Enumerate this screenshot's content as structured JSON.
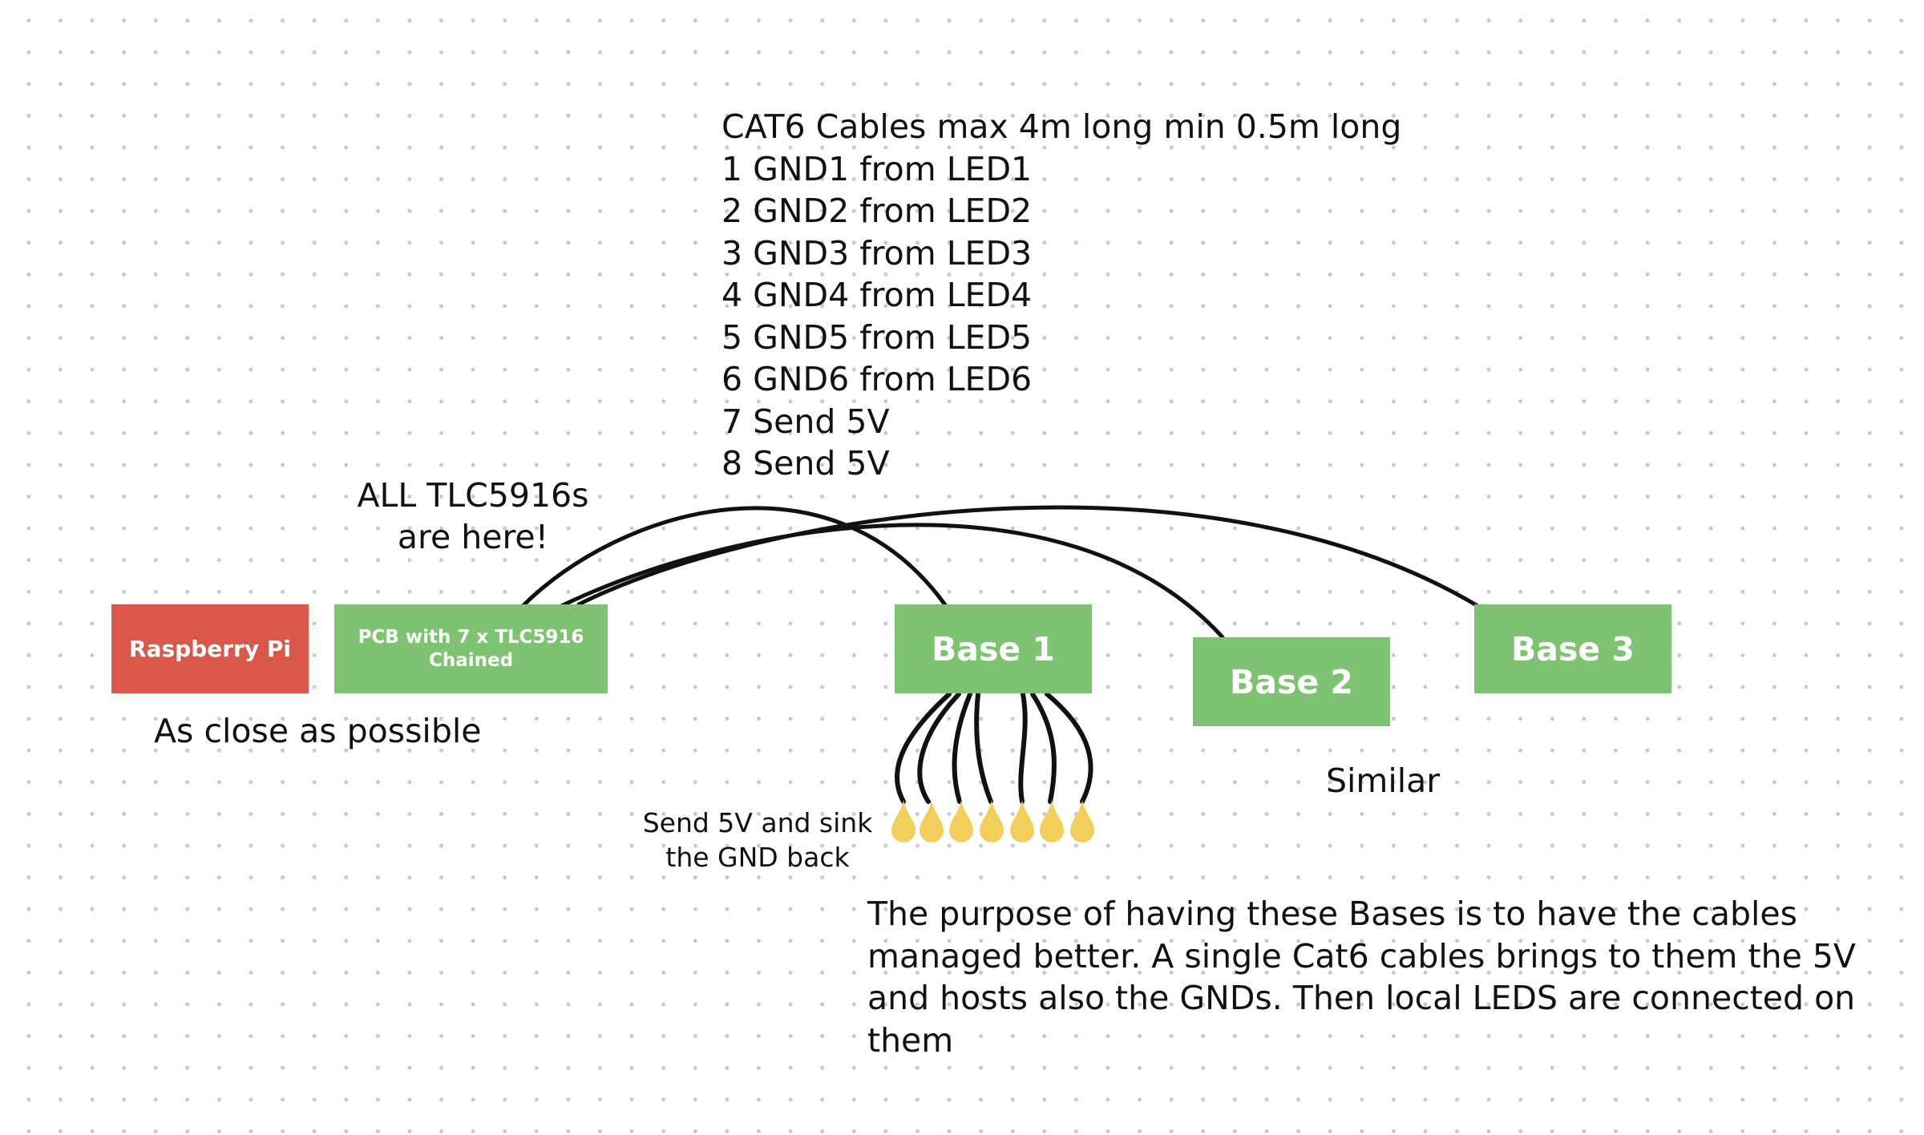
{
  "nodes": {
    "raspberry_pi": "Raspberry Pi",
    "pcb": "PCB with 7 x TLC5916 Chained",
    "base1": "Base 1",
    "base2": "Base 2",
    "base3": "Base 3"
  },
  "notes": {
    "cat6_lines": [
      "CAT6 Cables max 4m long min 0.5m long",
      "1 GND1 from LED1",
      "2 GND2 from LED2",
      "3 GND3 from LED3",
      "4 GND4 from LED4",
      "5 GND5 from LED5",
      "6 GND6 from LED6",
      "7 Send 5V",
      "8 Send 5V"
    ],
    "tlc_here": "ALL TLC5916s are here!",
    "close": "As close as possible",
    "similar": "Similar",
    "send_sink": "Send 5V and sink the GND back",
    "purpose": "The purpose of having these Bases is to have the cables managed better. A single Cat6 cables brings to them the 5V and hosts also the GNDs. Then local LEDS are connected on them"
  },
  "colors": {
    "raspberry_pi": "#d9584a",
    "node_green": "#7dc372",
    "led_yellow": "#f2cf5b",
    "wire": "#111111",
    "grid_dot": "#c9c9c9"
  },
  "led_count": 7
}
